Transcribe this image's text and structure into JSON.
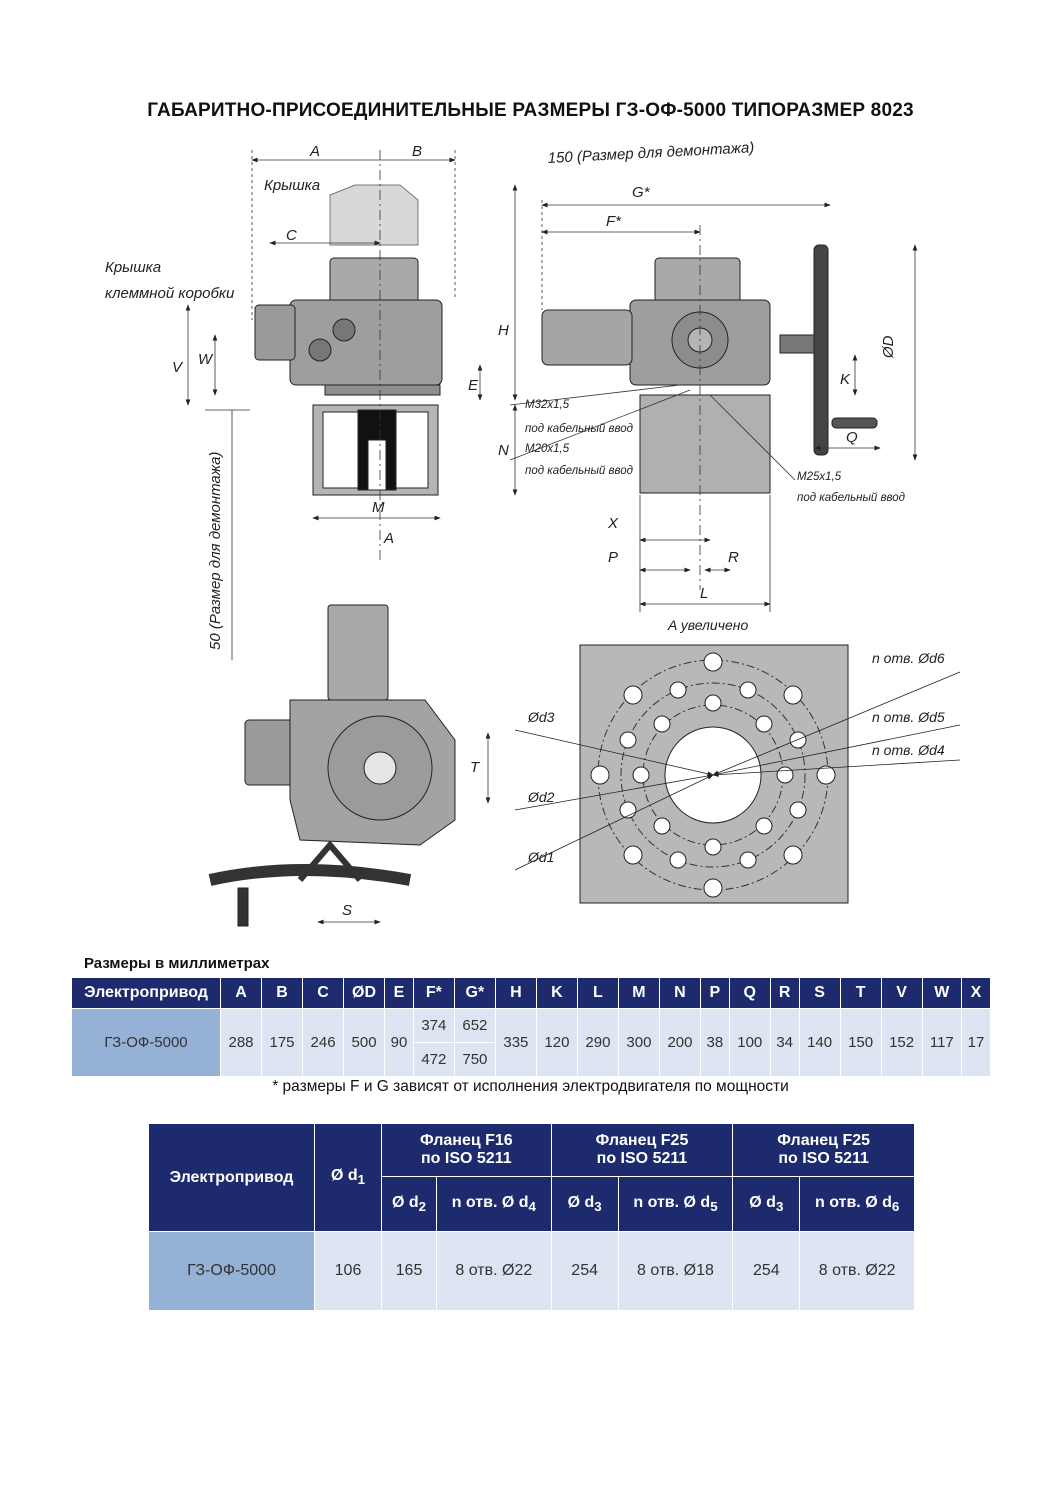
{
  "title": "ГАБАРИТНО-ПРИСОЕДИНИТЕЛЬНЫЕ РАЗМЕРЫ ГЗ-ОФ-5000 ТИПОРАЗМЕР 8023",
  "drawing": {
    "labels": {
      "A": "A",
      "B": "B",
      "C": "C",
      "H": "H",
      "N": "N",
      "E": "E",
      "M": "M",
      "V": "V",
      "W": "W",
      "K": "K",
      "Q": "Q",
      "X": "X",
      "P": "P",
      "R": "R",
      "L": "L",
      "T": "T",
      "S": "S",
      "D": "ØD",
      "F": "F*",
      "G": "G*",
      "cover": "Крышка",
      "terminal_cover_1": "Крышка",
      "terminal_cover_2": "клеммной коробки",
      "dismount150": "150 (Размер для демонтажа)",
      "dismount50": "50 (Размер для демонтажа)",
      "m32": "M32x1,5",
      "m32_sub": "под кабельный ввод",
      "m20": "M20x1,5",
      "m20_sub": "под кабельный ввод",
      "m25": "M25x1,5",
      "m25_sub": "под кабельный ввод",
      "view_a": "A",
      "view_a_enlarged": "A увеличено",
      "holes_d6": "n отв. Ød6",
      "holes_d5": "n отв. Ød5",
      "holes_d4": "n отв. Ød4",
      "d3": "Ød3",
      "d2": "Ød2",
      "d1": "Ød1"
    }
  },
  "units_caption": "Размеры в миллиметрах",
  "table1": {
    "headers": [
      "Электропривод",
      "A",
      "B",
      "C",
      "ØD",
      "E",
      "F*",
      "G*",
      "H",
      "K",
      "L",
      "M",
      "N",
      "P",
      "Q",
      "R",
      "S",
      "T",
      "V",
      "W",
      "X"
    ],
    "row": {
      "model": "ГЗ-ОФ-5000",
      "A": "288",
      "B": "175",
      "C": "246",
      "D": "500",
      "E": "90",
      "F1": "374",
      "F2": "472",
      "G1": "652",
      "G2": "750",
      "H": "335",
      "K": "120",
      "L": "290",
      "M": "300",
      "N": "200",
      "P": "38",
      "Q": "100",
      "R": "34",
      "S": "140",
      "T": "150",
      "V": "152",
      "W": "117",
      "X": "17"
    }
  },
  "footnote": "* размеры F и G зависят от исполнения электродвигателя по мощности",
  "table2": {
    "h_model": "Электропривод",
    "h_d1": "Ø d",
    "h_d1_sub": "1",
    "flange1": "Фланец F16",
    "flange2": "Фланец F25",
    "flange3": "Фланец F25",
    "iso": "по ISO 5211",
    "h_d2": "Ø d",
    "h_d2_sub": "2",
    "h_d4": "n отв. Ø d",
    "h_d4_sub": "4",
    "h_d3a": "Ø d",
    "h_d3a_sub": "3",
    "h_d5": "n отв. Ø d",
    "h_d5_sub": "5",
    "h_d3b": "Ø d",
    "h_d3b_sub": "3",
    "h_d6": "n отв. Ø d",
    "h_d6_sub": "6",
    "row": {
      "model": "ГЗ-ОФ-5000",
      "d1": "106",
      "d2": "165",
      "d4": "8 отв. Ø22",
      "d3a": "254",
      "d5": "8 отв. Ø18",
      "d3b": "254",
      "d6": "8 отв. Ø22"
    }
  },
  "colors": {
    "header": "#1d2b6e",
    "cell": "#dce5f1",
    "model_cell": "#95b2d6",
    "body_gray": "#a9a9a9"
  }
}
